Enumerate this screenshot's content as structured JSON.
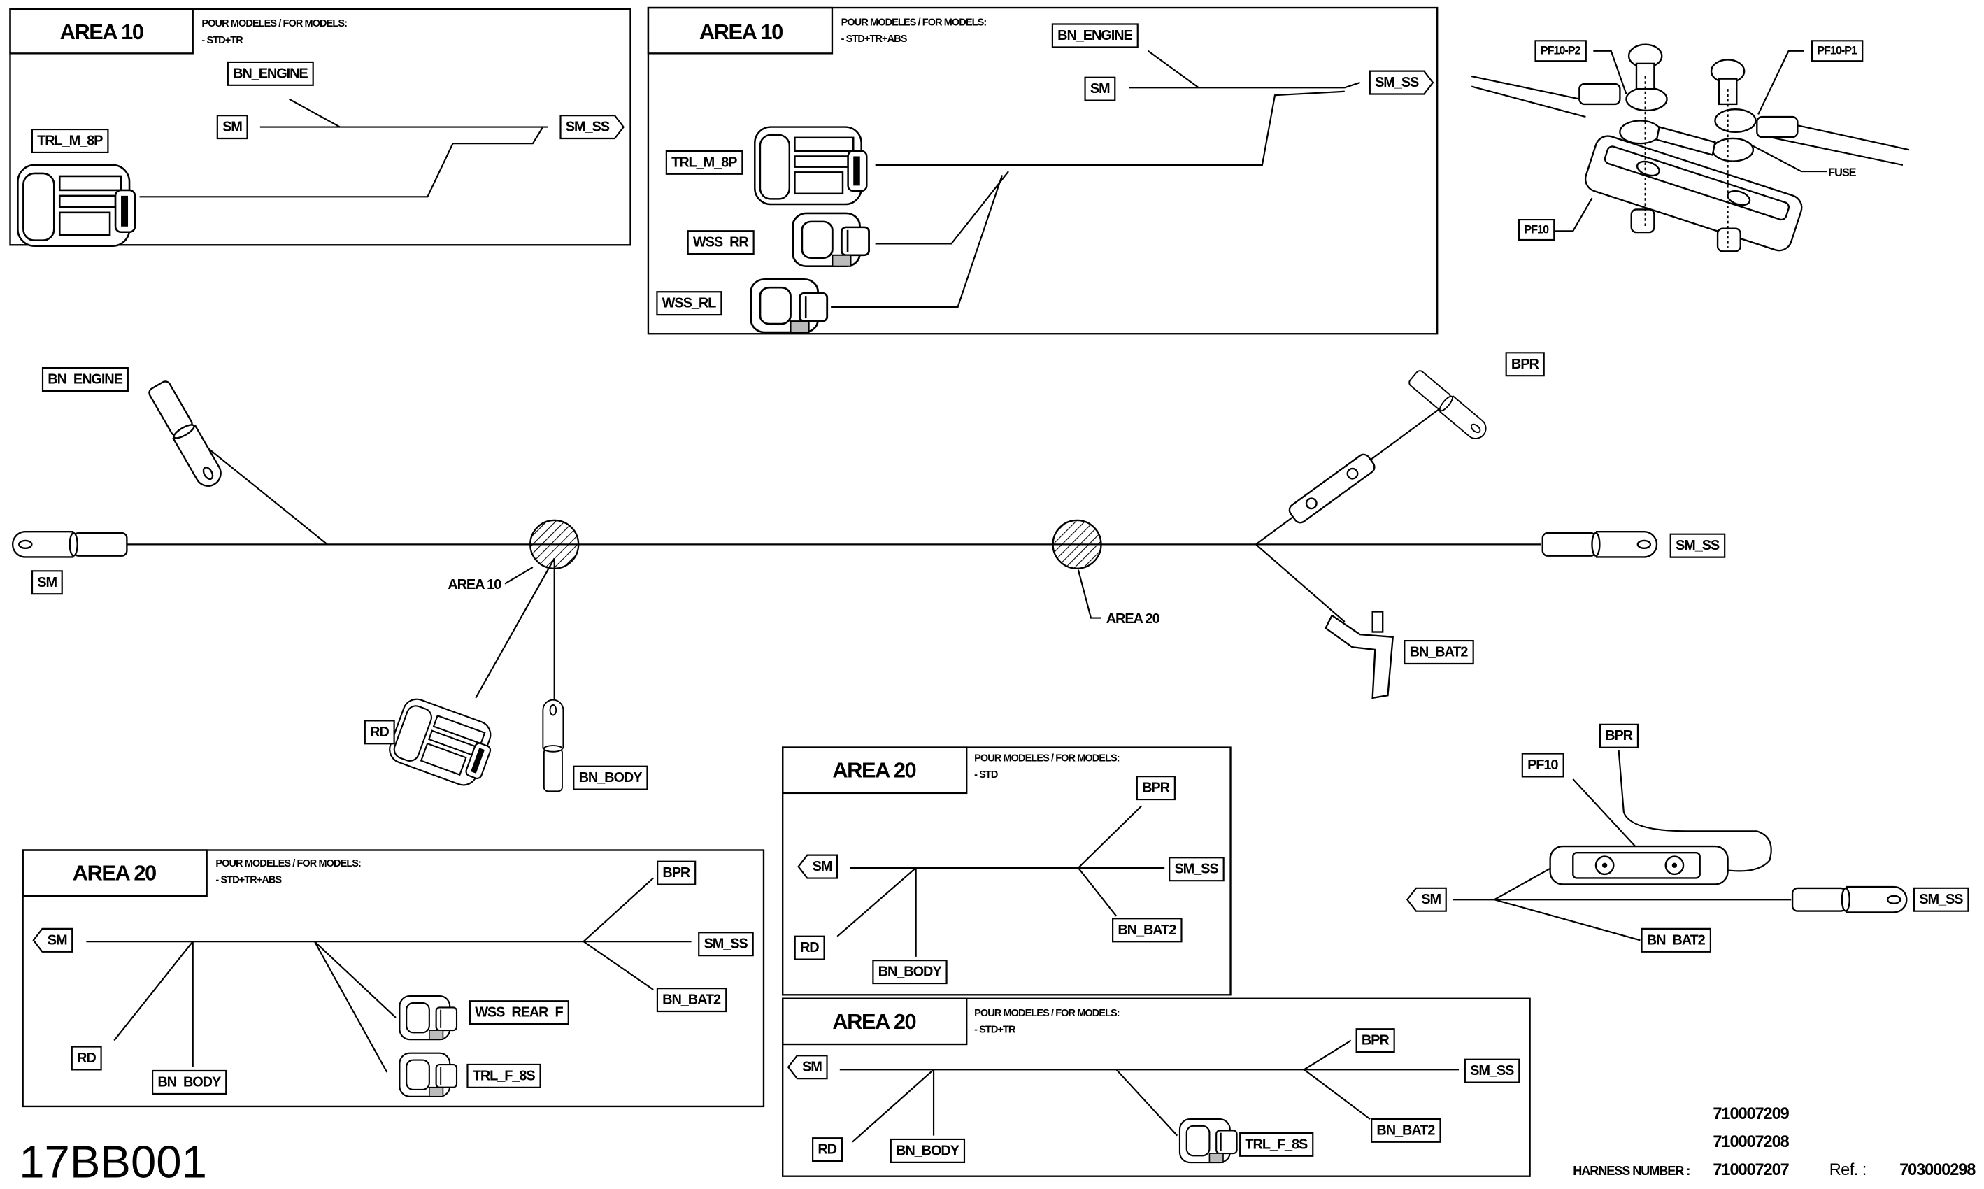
{
  "drawing_id": "17BB001",
  "harness_numbers": [
    "710007209",
    "710007208",
    "710007207"
  ],
  "harness_number_label": "HARNESS NUMBER :",
  "ref_label": "Ref. :",
  "ref_number": "703000298",
  "main_harness": {
    "labels": {
      "bn_engine": "BN_ENGINE",
      "sm": "SM",
      "rd": "RD",
      "bn_body": "BN_BODY",
      "bpr": "BPR",
      "sm_ss": "SM_SS",
      "bn_bat2": "BN_BAT2"
    },
    "area10_tag": "AREA 10",
    "area20_tag": "AREA 20"
  },
  "panels": {
    "area10_std_tr": {
      "title": "AREA 10",
      "models_line1": "POUR MODELES / FOR MODELS:",
      "models_line2": "- STD+TR",
      "labels": {
        "bn_engine": "BN_ENGINE",
        "sm": "SM",
        "sm_ss": "SM_SS",
        "trl_m_8p": "TRL_M_8P"
      }
    },
    "area10_std_tr_abs": {
      "title": "AREA 10",
      "models_line1": "POUR MODELES / FOR MODELS:",
      "models_line2": "- STD+TR+ABS",
      "labels": {
        "bn_engine": "BN_ENGINE",
        "sm": "SM",
        "sm_ss": "SM_SS",
        "trl_m_8p": "TRL_M_8P",
        "wss_rr": "WSS_RR",
        "wss_rl": "WSS_RL"
      }
    },
    "area20_std": {
      "title": "AREA 20",
      "models_line1": "POUR MODELES / FOR MODELS:",
      "models_line2": "- STD",
      "labels": {
        "sm": "SM",
        "bpr": "BPR",
        "sm_ss": "SM_SS",
        "bn_bat2": "BN_BAT2",
        "rd": "RD",
        "bn_body": "BN_BODY"
      }
    },
    "area20_std_tr": {
      "title": "AREA 20",
      "models_line1": "POUR MODELES / FOR MODELS:",
      "models_line2": "- STD+TR",
      "labels": {
        "sm": "SM",
        "bpr": "BPR",
        "sm_ss": "SM_SS",
        "bn_bat2": "BN_BAT2",
        "rd": "RD",
        "bn_body": "BN_BODY",
        "trl_f_8s": "TRL_F_8S"
      }
    },
    "area20_std_tr_abs": {
      "title": "AREA 20",
      "models_line1": "POUR MODELES / FOR MODELS:",
      "models_line2": "- STD+TR+ABS",
      "labels": {
        "sm": "SM",
        "bpr": "BPR",
        "sm_ss": "SM_SS",
        "bn_bat2": "BN_BAT2",
        "rd": "RD",
        "bn_body": "BN_BODY",
        "wss_rear_f": "WSS_REAR_F",
        "trl_f_8s": "TRL_F_8S"
      }
    }
  },
  "fuse_detail": {
    "labels": {
      "pf10_p2": "PF10-P2",
      "pf10_p1": "PF10-P1",
      "fuse": "FUSE",
      "pf10": "PF10"
    }
  },
  "fuse_routing": {
    "labels": {
      "pf10": "PF10",
      "bpr": "BPR",
      "sm": "SM",
      "sm_ss": "SM_SS",
      "bn_bat2": "BN_BAT2"
    }
  }
}
